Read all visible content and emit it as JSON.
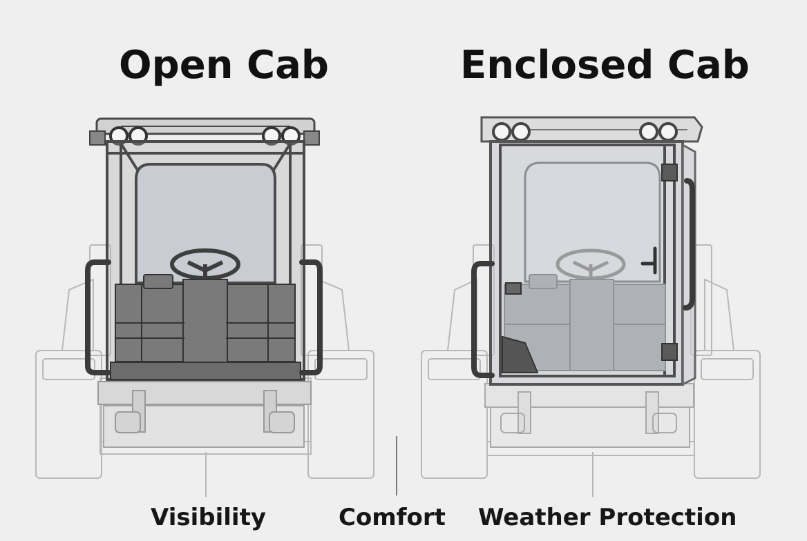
{
  "titles": {
    "open_cab": "Open Cab",
    "enclosed_cab": "Enclosed Cab"
  },
  "labels": {
    "visibility": "Visibility",
    "comfort": "Comfort",
    "weather_protection": "Weather Protection"
  },
  "colors": {
    "background": "#efefef",
    "outline": "#4a4a4a",
    "faint_outline": "#b5b5b5",
    "glass": "#c9cdd3",
    "seat": "#7a7a7a",
    "frame_fill": "#dcdcdc"
  }
}
